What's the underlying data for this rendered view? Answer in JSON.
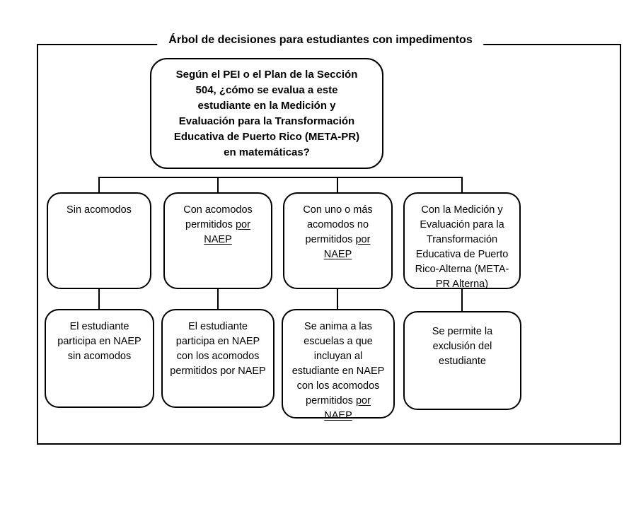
{
  "title": "Árbol de decisiones para estudiantes con impedimentos",
  "colors": {
    "border": "#000000",
    "background": "#ffffff",
    "text": "#000000"
  },
  "root_question": {
    "lines": [
      [
        "Según el PEI o el Plan de la Sección"
      ],
      [
        "504, ¿cómo se evalua a este"
      ],
      [
        "estudiante en la Medición y"
      ],
      [
        "Evaluación para la Transformación"
      ],
      [
        "Educativa de Puerto Rico (META-PR)"
      ],
      [
        "en matemáticas?"
      ]
    ]
  },
  "branches": [
    {
      "id": "sin-acomodos",
      "option": {
        "lines": [
          [
            "Sin acomodos"
          ]
        ]
      },
      "outcome": {
        "lines": [
          [
            "El estudiante"
          ],
          [
            "participa en NAEP"
          ],
          [
            "sin acomodos"
          ]
        ]
      }
    },
    {
      "id": "con-acomodos-permitidos",
      "option": {
        "lines": [
          [
            "Con acomodos"
          ],
          [
            "permitidos ",
            {
              "t": "por",
              "u": true
            }
          ],
          [
            {
              "t": "NAEP",
              "u": true
            }
          ]
        ]
      },
      "outcome": {
        "lines": [
          [
            "El estudiante"
          ],
          [
            "participa en NAEP"
          ],
          [
            "con los acomodos"
          ],
          [
            "permitidos por NAEP"
          ]
        ]
      }
    },
    {
      "id": "acomodos-no-permitidos",
      "option": {
        "lines": [
          [
            "Con uno o más"
          ],
          [
            "acomodos no"
          ],
          [
            "permitidos ",
            {
              "t": "por",
              "u": true
            }
          ],
          [
            {
              "t": "NAEP",
              "u": true
            }
          ]
        ]
      },
      "outcome": {
        "lines": [
          [
            "Se anima a las"
          ],
          [
            "escuelas a que"
          ],
          [
            "incluyan al"
          ],
          [
            "estudiante en NAEP"
          ],
          [
            "con los acomodos"
          ],
          [
            "permitidos ",
            {
              "t": "por",
              "u": true
            }
          ],
          [
            {
              "t": "NAEP",
              "u": true
            }
          ]
        ]
      }
    },
    {
      "id": "meta-pr-alterna",
      "option": {
        "lines": [
          [
            "Con la Medición y"
          ],
          [
            "Evaluación para la"
          ],
          [
            "Transformación"
          ],
          [
            "Educativa de Puerto"
          ],
          [
            "Rico-Alterna (META-"
          ],
          [
            "PR Alterna)"
          ]
        ]
      },
      "outcome": {
        "lines": [
          [
            "Se permite la"
          ],
          [
            "exclusión del"
          ],
          [
            "estudiante"
          ]
        ]
      }
    }
  ]
}
